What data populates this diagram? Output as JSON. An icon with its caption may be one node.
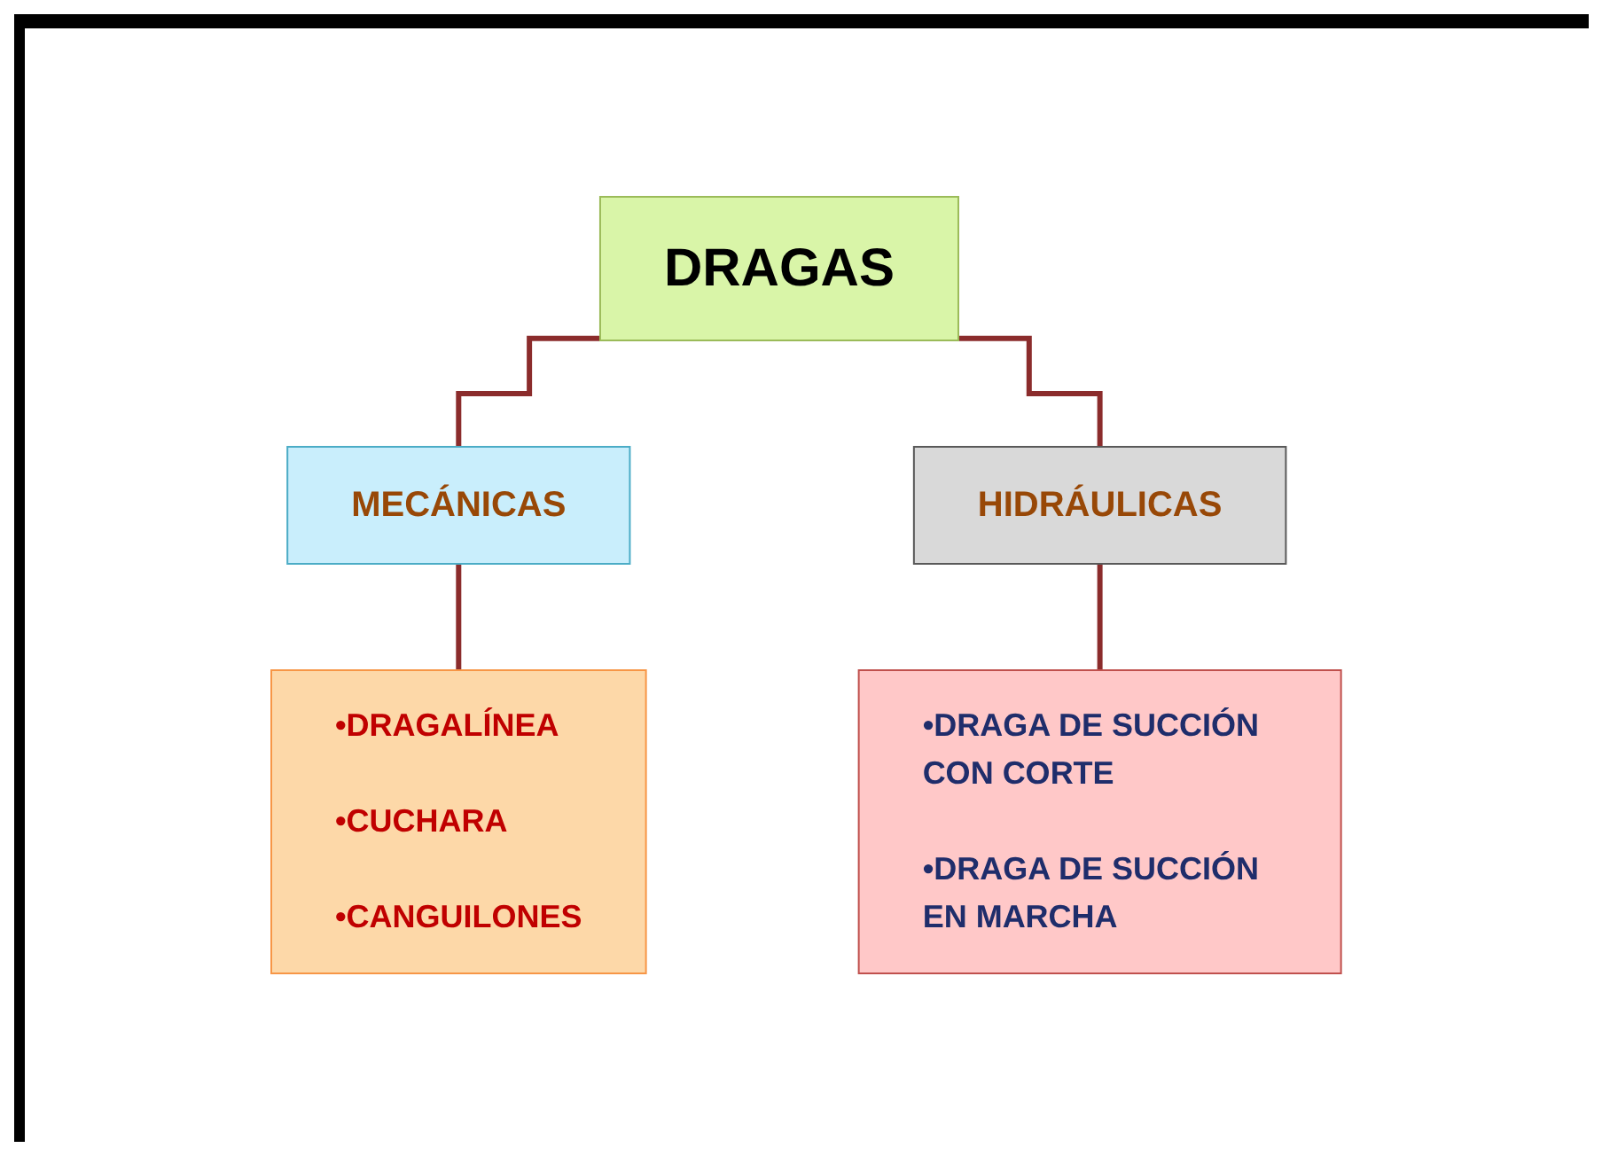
{
  "diagram": {
    "nodes": [
      {
        "text": [
          "DRAGAS"
        ]
      },
      {
        "text": [
          "MECÁNICAS"
        ]
      },
      {
        "text": [
          "HIDRÁULICAS"
        ]
      },
      {
        "text": [
          "•DRAGALÍNEA",
          "•CUCHARA",
          "•CANGUILONES"
        ]
      },
      {
        "text": [
          "•DRAGA DE SUCCIÓN CON CORTE",
          "•DRAGA DE SUCCIÓN EN MARCHA"
        ]
      }
    ],
    "edges": [
      {
        "from": 0,
        "to": 1,
        "arrow": "none"
      },
      {
        "from": 0,
        "to": 2,
        "arrow": "none"
      },
      {
        "from": 1,
        "to": 3,
        "arrow": "none"
      },
      {
        "from": 2,
        "to": 4,
        "arrow": "none"
      }
    ]
  }
}
